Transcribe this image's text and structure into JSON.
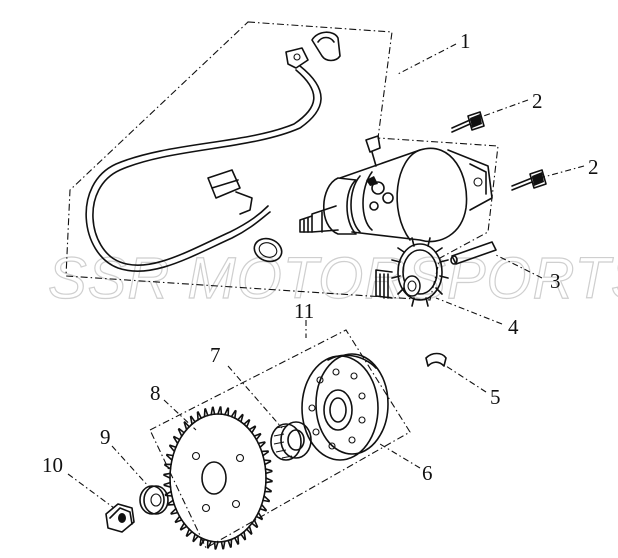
{
  "watermark": "SSR MOTORSPORTS",
  "callouts": [
    {
      "id": "1",
      "label": "1"
    },
    {
      "id": "2a",
      "label": "2"
    },
    {
      "id": "2b",
      "label": "2"
    },
    {
      "id": "3",
      "label": "3"
    },
    {
      "id": "4",
      "label": "4"
    },
    {
      "id": "5",
      "label": "5"
    },
    {
      "id": "6",
      "label": "6"
    },
    {
      "id": "7",
      "label": "7"
    },
    {
      "id": "8",
      "label": "8"
    },
    {
      "id": "9",
      "label": "9"
    },
    {
      "id": "10",
      "label": "10"
    },
    {
      "id": "11",
      "label": "11"
    }
  ]
}
